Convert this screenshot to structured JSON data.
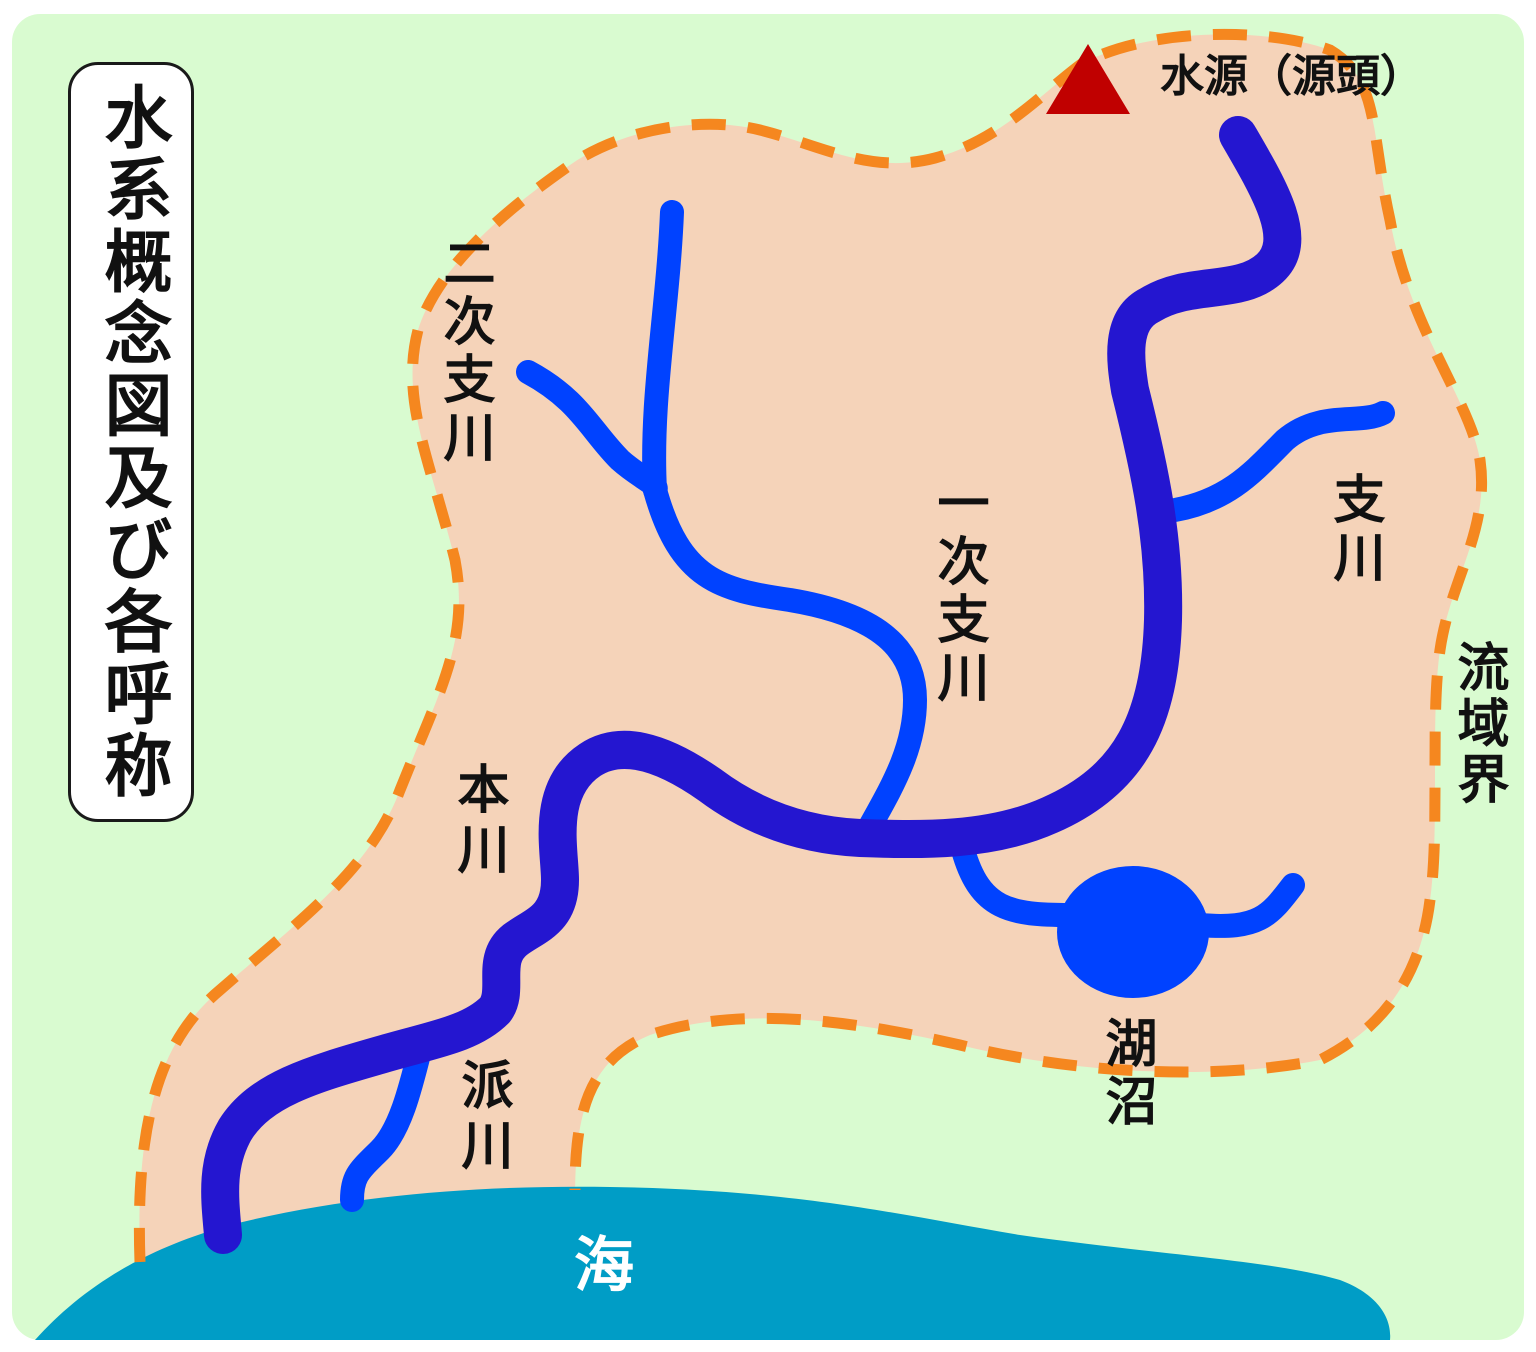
{
  "title": "水系概念図及び各呼称",
  "labels": {
    "source": "水源（源頭）",
    "secondary_tributary": "二次支川",
    "primary_tributary": "一次支川",
    "tributary": "支川",
    "watershed_boundary": "流域界",
    "main_river": "本川",
    "distributary": "派川",
    "lake": "湖沼",
    "sea": "海"
  },
  "colors": {
    "background": "#d9fbd0",
    "basin_fill": "#f5d3b9",
    "boundary": "#f5871f",
    "main_river": "#2416d0",
    "tributary": "#0042ff",
    "lake": "#0042ff",
    "sea": "#009dc6",
    "source_marker": "#c00000",
    "text": "#111111"
  },
  "icons": {
    "source_marker": "red-triangle"
  }
}
